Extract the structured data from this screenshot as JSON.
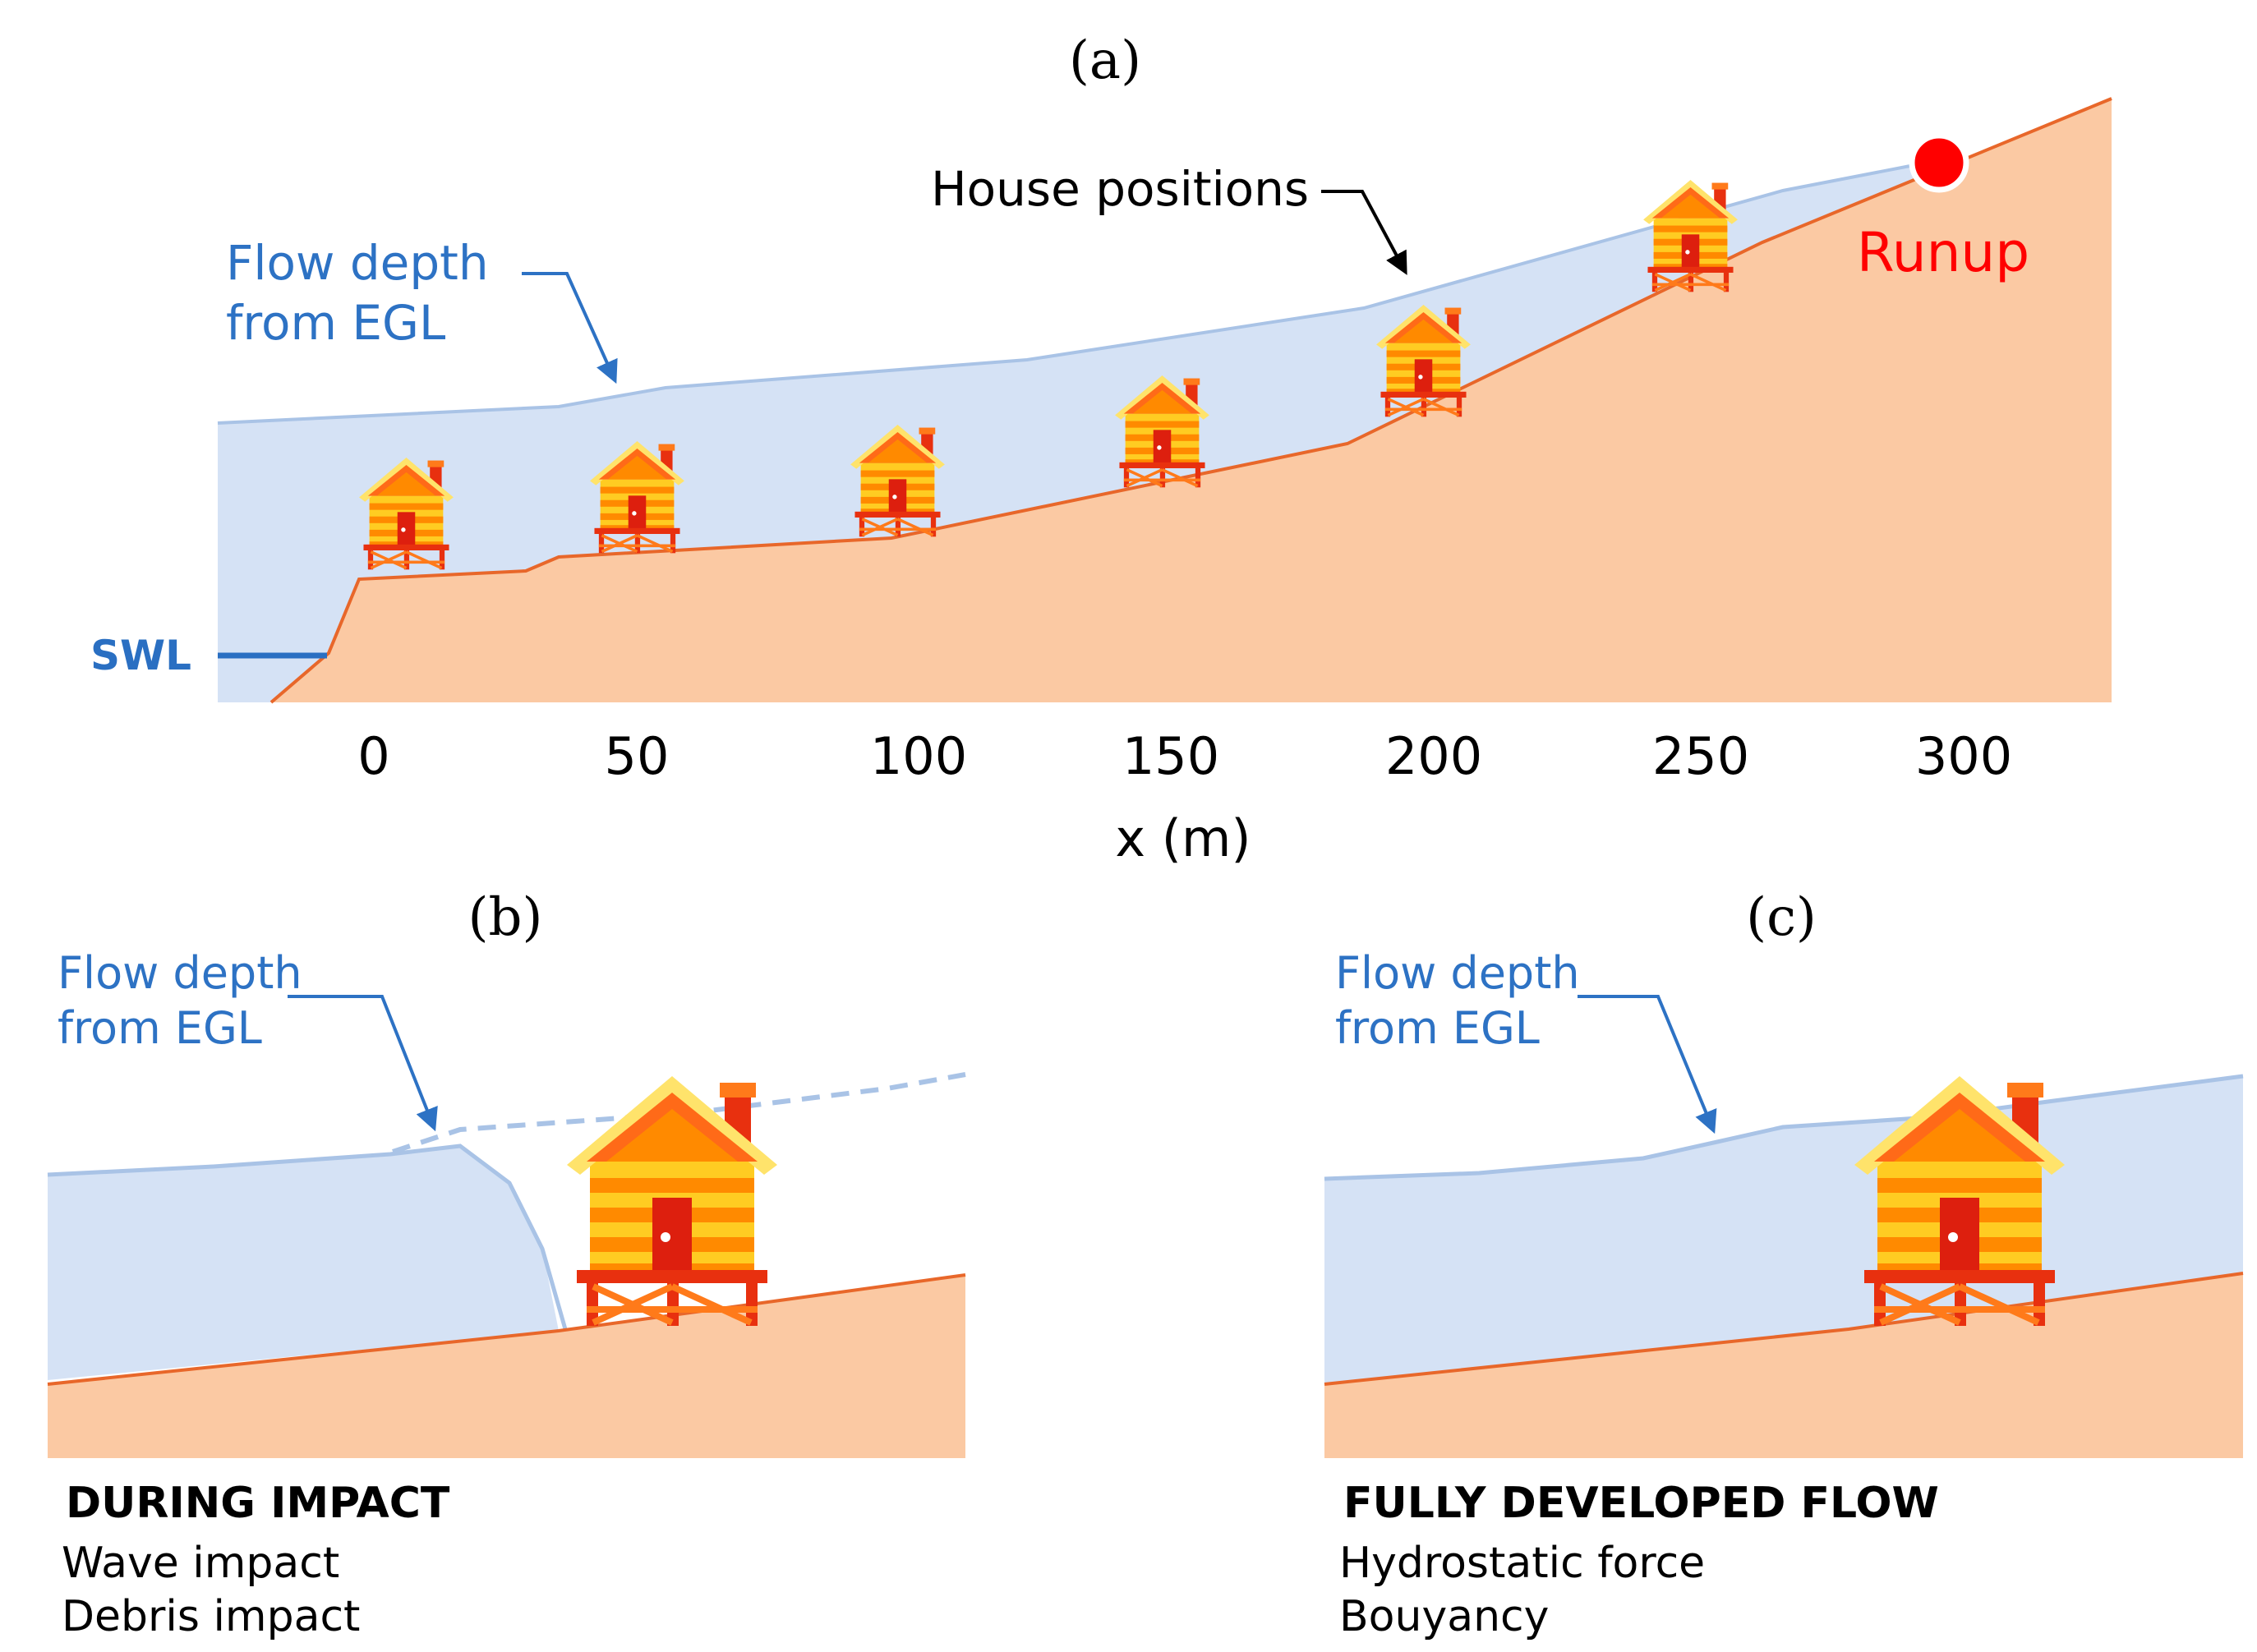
{
  "colors": {
    "water": "#d5e2f5",
    "water_edge": "#a9c3e6",
    "ground": "#fbc9a3",
    "ground_edge": "#e8672a",
    "annotation_blue": "#2d72c4",
    "swl_blue": "#2a6fc2",
    "runup_red": "#ff0000",
    "house_wall": "#ffcc22",
    "house_stripe": "#ff8a00",
    "house_roof": "#ffe36b",
    "house_roof_inner": "#ff6a18",
    "house_door": "#dd1f0e",
    "house_stilts": "#e8300f",
    "text": "#000000"
  },
  "panel_a": {
    "label": "(a)",
    "flow_annotation_line1": "Flow depth",
    "flow_annotation_line2": "from EGL",
    "houses_annotation": "House positions",
    "swl_label": "SWL",
    "runup_label": "Runup",
    "x_axis_label": "x (m)",
    "x_ticks": [
      "0",
      "50",
      "100",
      "150",
      "200",
      "250",
      "300"
    ],
    "house_x_positions_m": [
      5,
      50,
      100,
      150,
      200,
      250
    ],
    "runup_x_m": 292
  },
  "panel_b": {
    "label": "(b)",
    "flow_annotation_line1": "Flow depth",
    "flow_annotation_line2": "from EGL",
    "heading": "DURING IMPACT",
    "items": [
      "Wave impact",
      "Debris impact"
    ]
  },
  "panel_c": {
    "label": "(c)",
    "flow_annotation_line1": "Flow depth",
    "flow_annotation_line2": "from EGL",
    "heading": "FULLY DEVELOPED FLOW",
    "items": [
      "Hydrostatic force",
      "Bouyancy"
    ]
  }
}
